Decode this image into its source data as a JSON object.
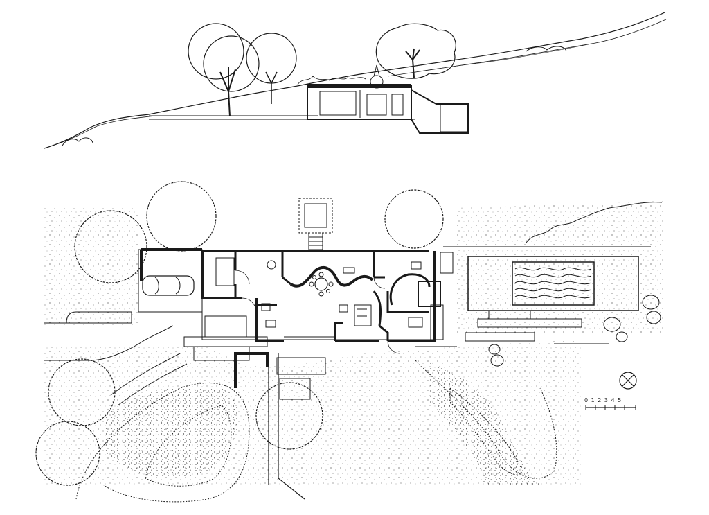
{
  "drawing": {
    "views": [
      "section",
      "site-plan"
    ],
    "scale_bar": {
      "labels": "0 1 2 3 4 5"
    },
    "colors": {
      "ink": "#1a1a1a",
      "paper": "#ffffff",
      "stipple": "#333333"
    },
    "icons": [
      "north-arrow-icon",
      "car-icon",
      "tree-icon",
      "boulder-icon"
    ]
  }
}
